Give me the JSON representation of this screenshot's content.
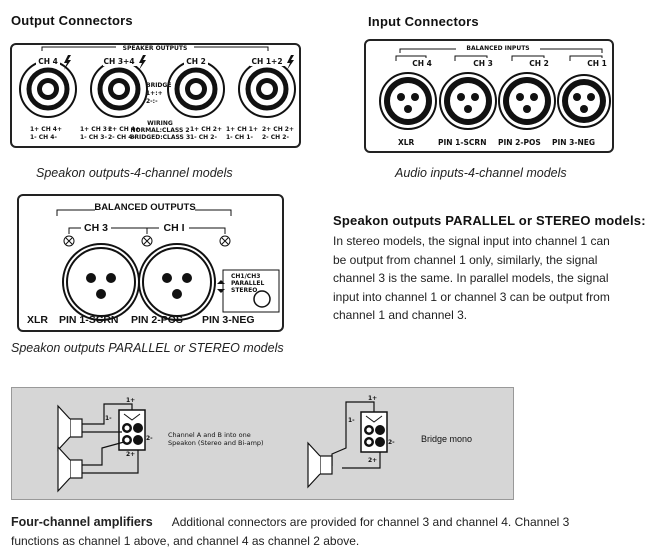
{
  "output_title": "Output Connectors",
  "input_title": "Input Connectors",
  "out4": {
    "header": "SPEAKER OUTPUTS",
    "channels": [
      "CH 4",
      "CH 3+4",
      "CH 2",
      "CH 1+2"
    ],
    "bridge": [
      "BRIDGE",
      "1+:+",
      "2-:-"
    ],
    "wiring": [
      "WIRING",
      "NORMAL:CLASS 2",
      "BRIDGED:CLASS 3"
    ],
    "pins": [
      "1+ CH 4+",
      "1- CH 4-",
      "1+ CH 3+",
      "1- CH 3-",
      "2+ CH 4+",
      "2- CH 4-",
      "1+ CH 2+",
      "1- CH 2-",
      "1+ CH 1+",
      "1- CH 1-",
      "2+ CH 2+",
      "2- CH 2-"
    ]
  },
  "in4": {
    "header": "BALANCED INPUTS",
    "channels": [
      "CH 4",
      "CH 3",
      "CH 2",
      "CH 1"
    ],
    "pins": [
      "XLR",
      "PIN 1-SCRN",
      "PIN 2-POS",
      "PIN 3-NEG"
    ]
  },
  "cap_out4": "Speakon outputs-4-channel models",
  "cap_in4": "Audio inputs-4-channel models",
  "par": {
    "header": "BALANCED OUTPUTS",
    "channels": [
      "CH 3",
      "CH I"
    ],
    "switch": [
      "CH1/CH3",
      "PARALLEL",
      "STEREO"
    ],
    "pins": [
      "XLR",
      "PIN 1-SCRN",
      "PIN 2-POS",
      "PIN 3-NEG"
    ]
  },
  "cap_par": "Speakon outputs PARALLEL or STEREO models",
  "right_heading": "Speakon outputs PARALLEL or STEREO models:",
  "right_lines": [
    "In stereo models, the signal input into channel 1 can",
    "be output from channel 1 only, similarly, the signal",
    "channel 3 is the same. In parallel models, the signal",
    "input into channel 1 or channel 3 can be output from",
    "channel 1 and channel 3."
  ],
  "diagram": {
    "note": [
      "Channel A and B into one",
      "Speakon (Stereo and Bi-amp)"
    ],
    "bridge": "Bridge mono",
    "pins": [
      "1+",
      "1-",
      "2-",
      "2+"
    ]
  },
  "bottom_heading": "Four-channel amplifiers",
  "bottom_lines": [
    "Additional connectors are provided for channel 3 and channel 4. Channel 3",
    "functions as channel 1 above, and channel 4 as channel 2 above."
  ]
}
